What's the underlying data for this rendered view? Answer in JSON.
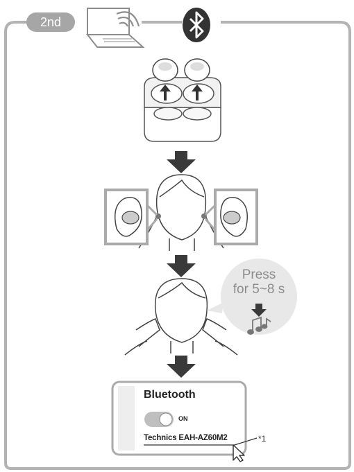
{
  "step": {
    "label": "2nd"
  },
  "press_hint": {
    "line1": "Press",
    "line2": "for 5~8 s"
  },
  "bluetooth_panel": {
    "title": "Bluetooth",
    "toggle_state": "ON",
    "device_name": "Technics EAH-AZ60M2",
    "footnote": "*1"
  },
  "earbud_brand": "Technics",
  "colors": {
    "frame": "#b3b3b3",
    "arrow": "#3a3a3a",
    "panel_bg": "#eeeeee",
    "icon_dark": "#333333",
    "press_text": "#8c8c8c"
  },
  "icons": [
    "laptop-icon",
    "wireless-signal-icon",
    "bluetooth-icon",
    "music-note-icon",
    "cursor-pointer-icon"
  ]
}
